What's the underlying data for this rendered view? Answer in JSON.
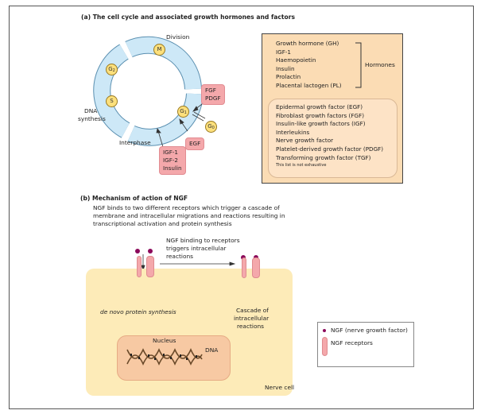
{
  "panel_a": {
    "title": "(a)  The cell cycle and associated growth hormones and factors",
    "labels": {
      "division": "Division",
      "dna_synthesis_1": "DNA",
      "dna_synthesis_2": "synthesis",
      "interphase": "Interphase"
    },
    "phases": {
      "m": "M",
      "g2": "G",
      "g2_sub": "2",
      "s": "S",
      "g1": "G",
      "g1_sub": "1",
      "g0": "G",
      "g0_sub": "0"
    },
    "factor_boxes": {
      "fgf_pdgf": [
        "FGF",
        "PDGF"
      ],
      "egf": "EGF",
      "igf_insulin": [
        "IGF-1",
        "IGF-2",
        "Insulin"
      ]
    },
    "hormones": {
      "items": [
        "Growth hormone (GH)",
        "IGF-1",
        "Haemopoietin",
        "Insulin",
        "Prolactin",
        "Placental lactogen (PL)"
      ],
      "bracket_label": "Hormones"
    },
    "growth_factors": {
      "items": [
        "Epidermal growth factor (EGF)",
        "Fibroblast growth factors (FGF)",
        "Insulin-like growth factors (IGF)",
        "Interleukins",
        "Nerve growth factor",
        "Platelet-derived growth factor (PDGF)",
        "Transforming growth factor (TGF)"
      ],
      "note": "This list is not exhaustive"
    }
  },
  "panel_b": {
    "title": "(b)  Mechanism of action of NGF",
    "description": [
      "NGF binds to two different receptors which trigger a cascade of",
      "membrane and intracellular migrations and reactions resulting in",
      "transcriptional activation and protein synthesis"
    ],
    "binding_label": [
      "NGF binding to receptors",
      "triggers intracellular",
      "reactions"
    ],
    "cascade_label": [
      "Cascade of",
      "intracellular",
      "reactions"
    ],
    "protein_synthesis": "de novo protein synthesis",
    "nucleus": "Nucleus",
    "dna": "DNA",
    "nerve_cell": "Nerve cell",
    "legend": {
      "ngf": "NGF (nerve growth factor)",
      "receptor": "NGF receptors"
    }
  },
  "colors": {
    "cycle_ring": "#cde8f7",
    "phase_circle": "#fde07c",
    "factor_box": "#f4a8ab",
    "hormone_box": "#fbdcb4",
    "cell": "#fdebb8",
    "nucleus": "#f7c9a3",
    "ngf_dot": "#8b0a5b"
  }
}
